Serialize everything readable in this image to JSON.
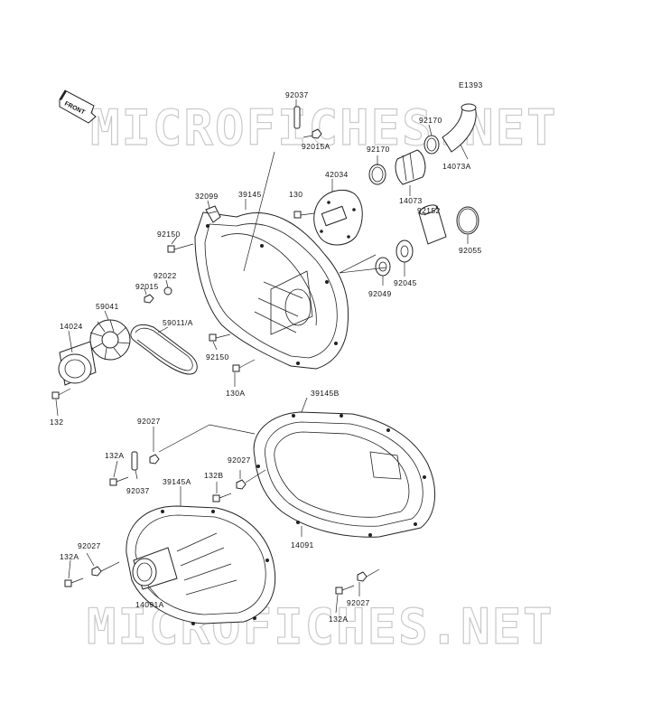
{
  "diagram": {
    "code": "E1393",
    "front_label": "FRONT",
    "watermark": "MICROFICHES.NET",
    "parts": {
      "p92037_top": "92037",
      "p92015A": "92015A",
      "p92170_a": "92170",
      "p92170_b": "92170",
      "p14073A": "14073A",
      "p14073": "14073",
      "p42034": "42034",
      "p130": "130",
      "p32099": "32099",
      "p39145": "39145",
      "p92152": "92152",
      "p92055": "92055",
      "p92150_a": "92150",
      "p92022": "92022",
      "p92015": "92015",
      "p92049": "92049",
      "p92045": "92045",
      "p59041": "59041",
      "p59011A": "59011/A",
      "p14024": "14024",
      "p92150_b": "92150",
      "p130A": "130A",
      "p132": "132",
      "p39145B": "39145B",
      "p92027_a": "92027",
      "p132A_a": "132A",
      "p92037_b": "92037",
      "p92027_b": "92027",
      "p39145A": "39145A",
      "p132B": "132B",
      "p14091": "14091",
      "p92027_c": "92027",
      "p132A_b": "132A",
      "p14091A": "14091A",
      "p92027_d": "92027",
      "p132A_c": "132A"
    }
  }
}
